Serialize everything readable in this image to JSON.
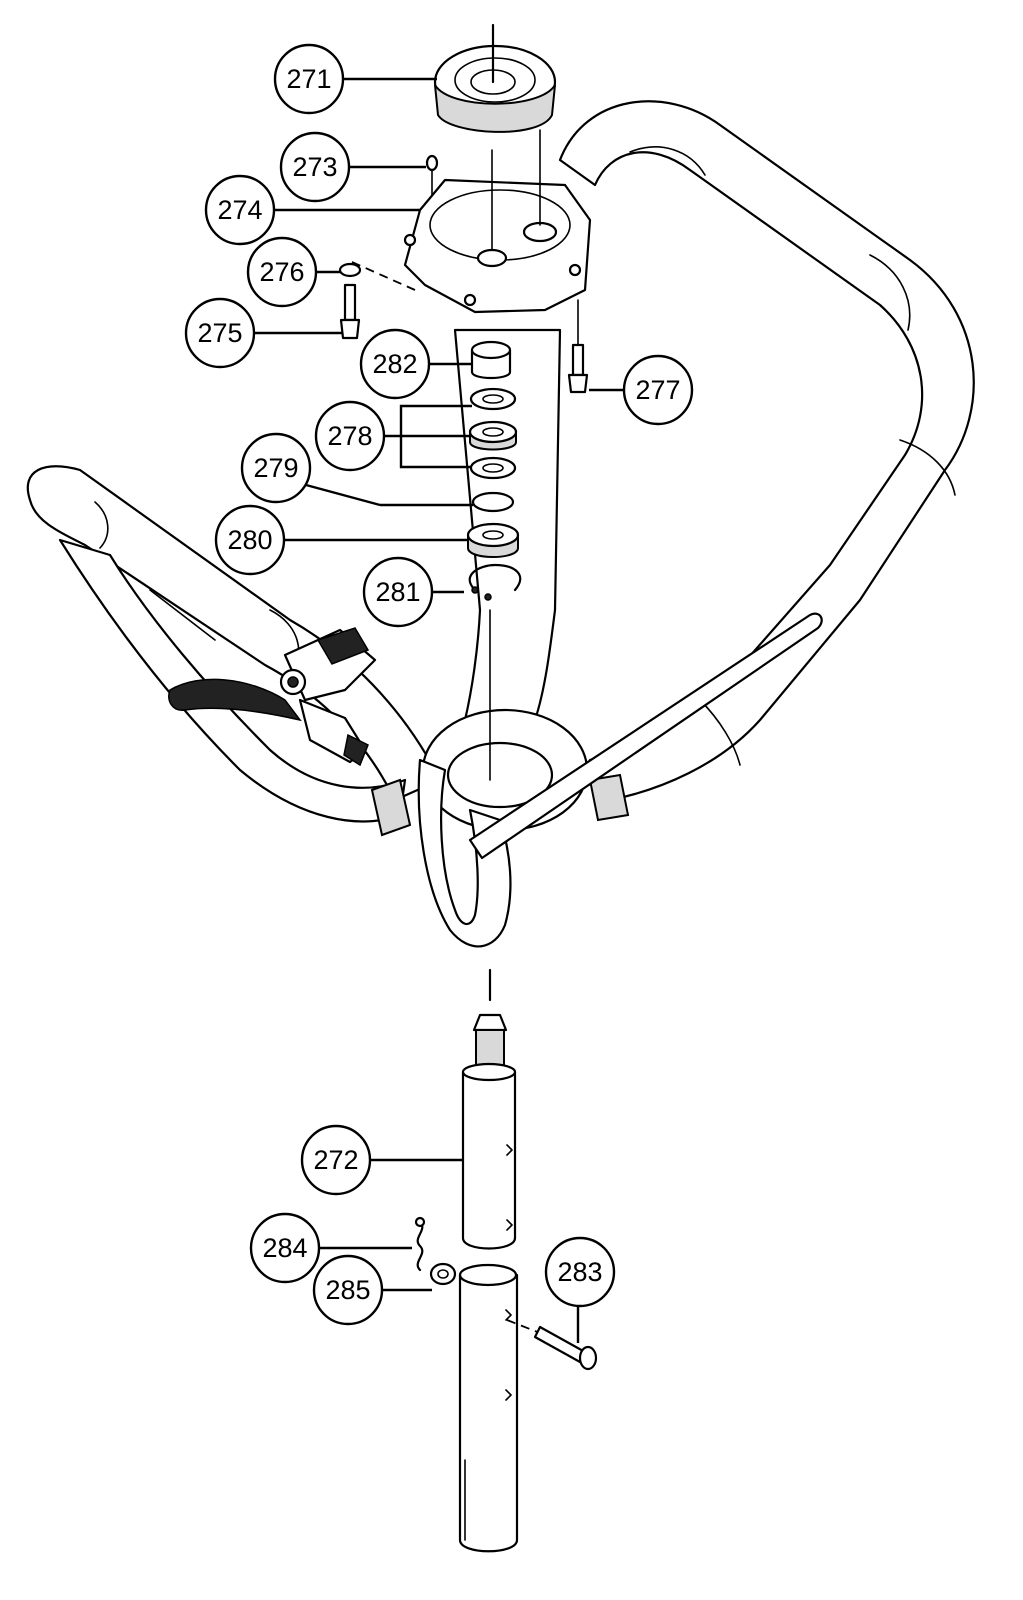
{
  "callouts": [
    {
      "id": "271",
      "label": "271"
    },
    {
      "id": "273",
      "label": "273"
    },
    {
      "id": "274",
      "label": "274"
    },
    {
      "id": "276",
      "label": "276"
    },
    {
      "id": "275",
      "label": "275"
    },
    {
      "id": "282",
      "label": "282"
    },
    {
      "id": "277",
      "label": "277"
    },
    {
      "id": "278",
      "label": "278"
    },
    {
      "id": "279",
      "label": "279"
    },
    {
      "id": "280",
      "label": "280"
    },
    {
      "id": "281",
      "label": "281"
    },
    {
      "id": "272",
      "label": "272"
    },
    {
      "id": "284",
      "label": "284"
    },
    {
      "id": "283",
      "label": "283"
    },
    {
      "id": "285",
      "label": "285"
    }
  ]
}
